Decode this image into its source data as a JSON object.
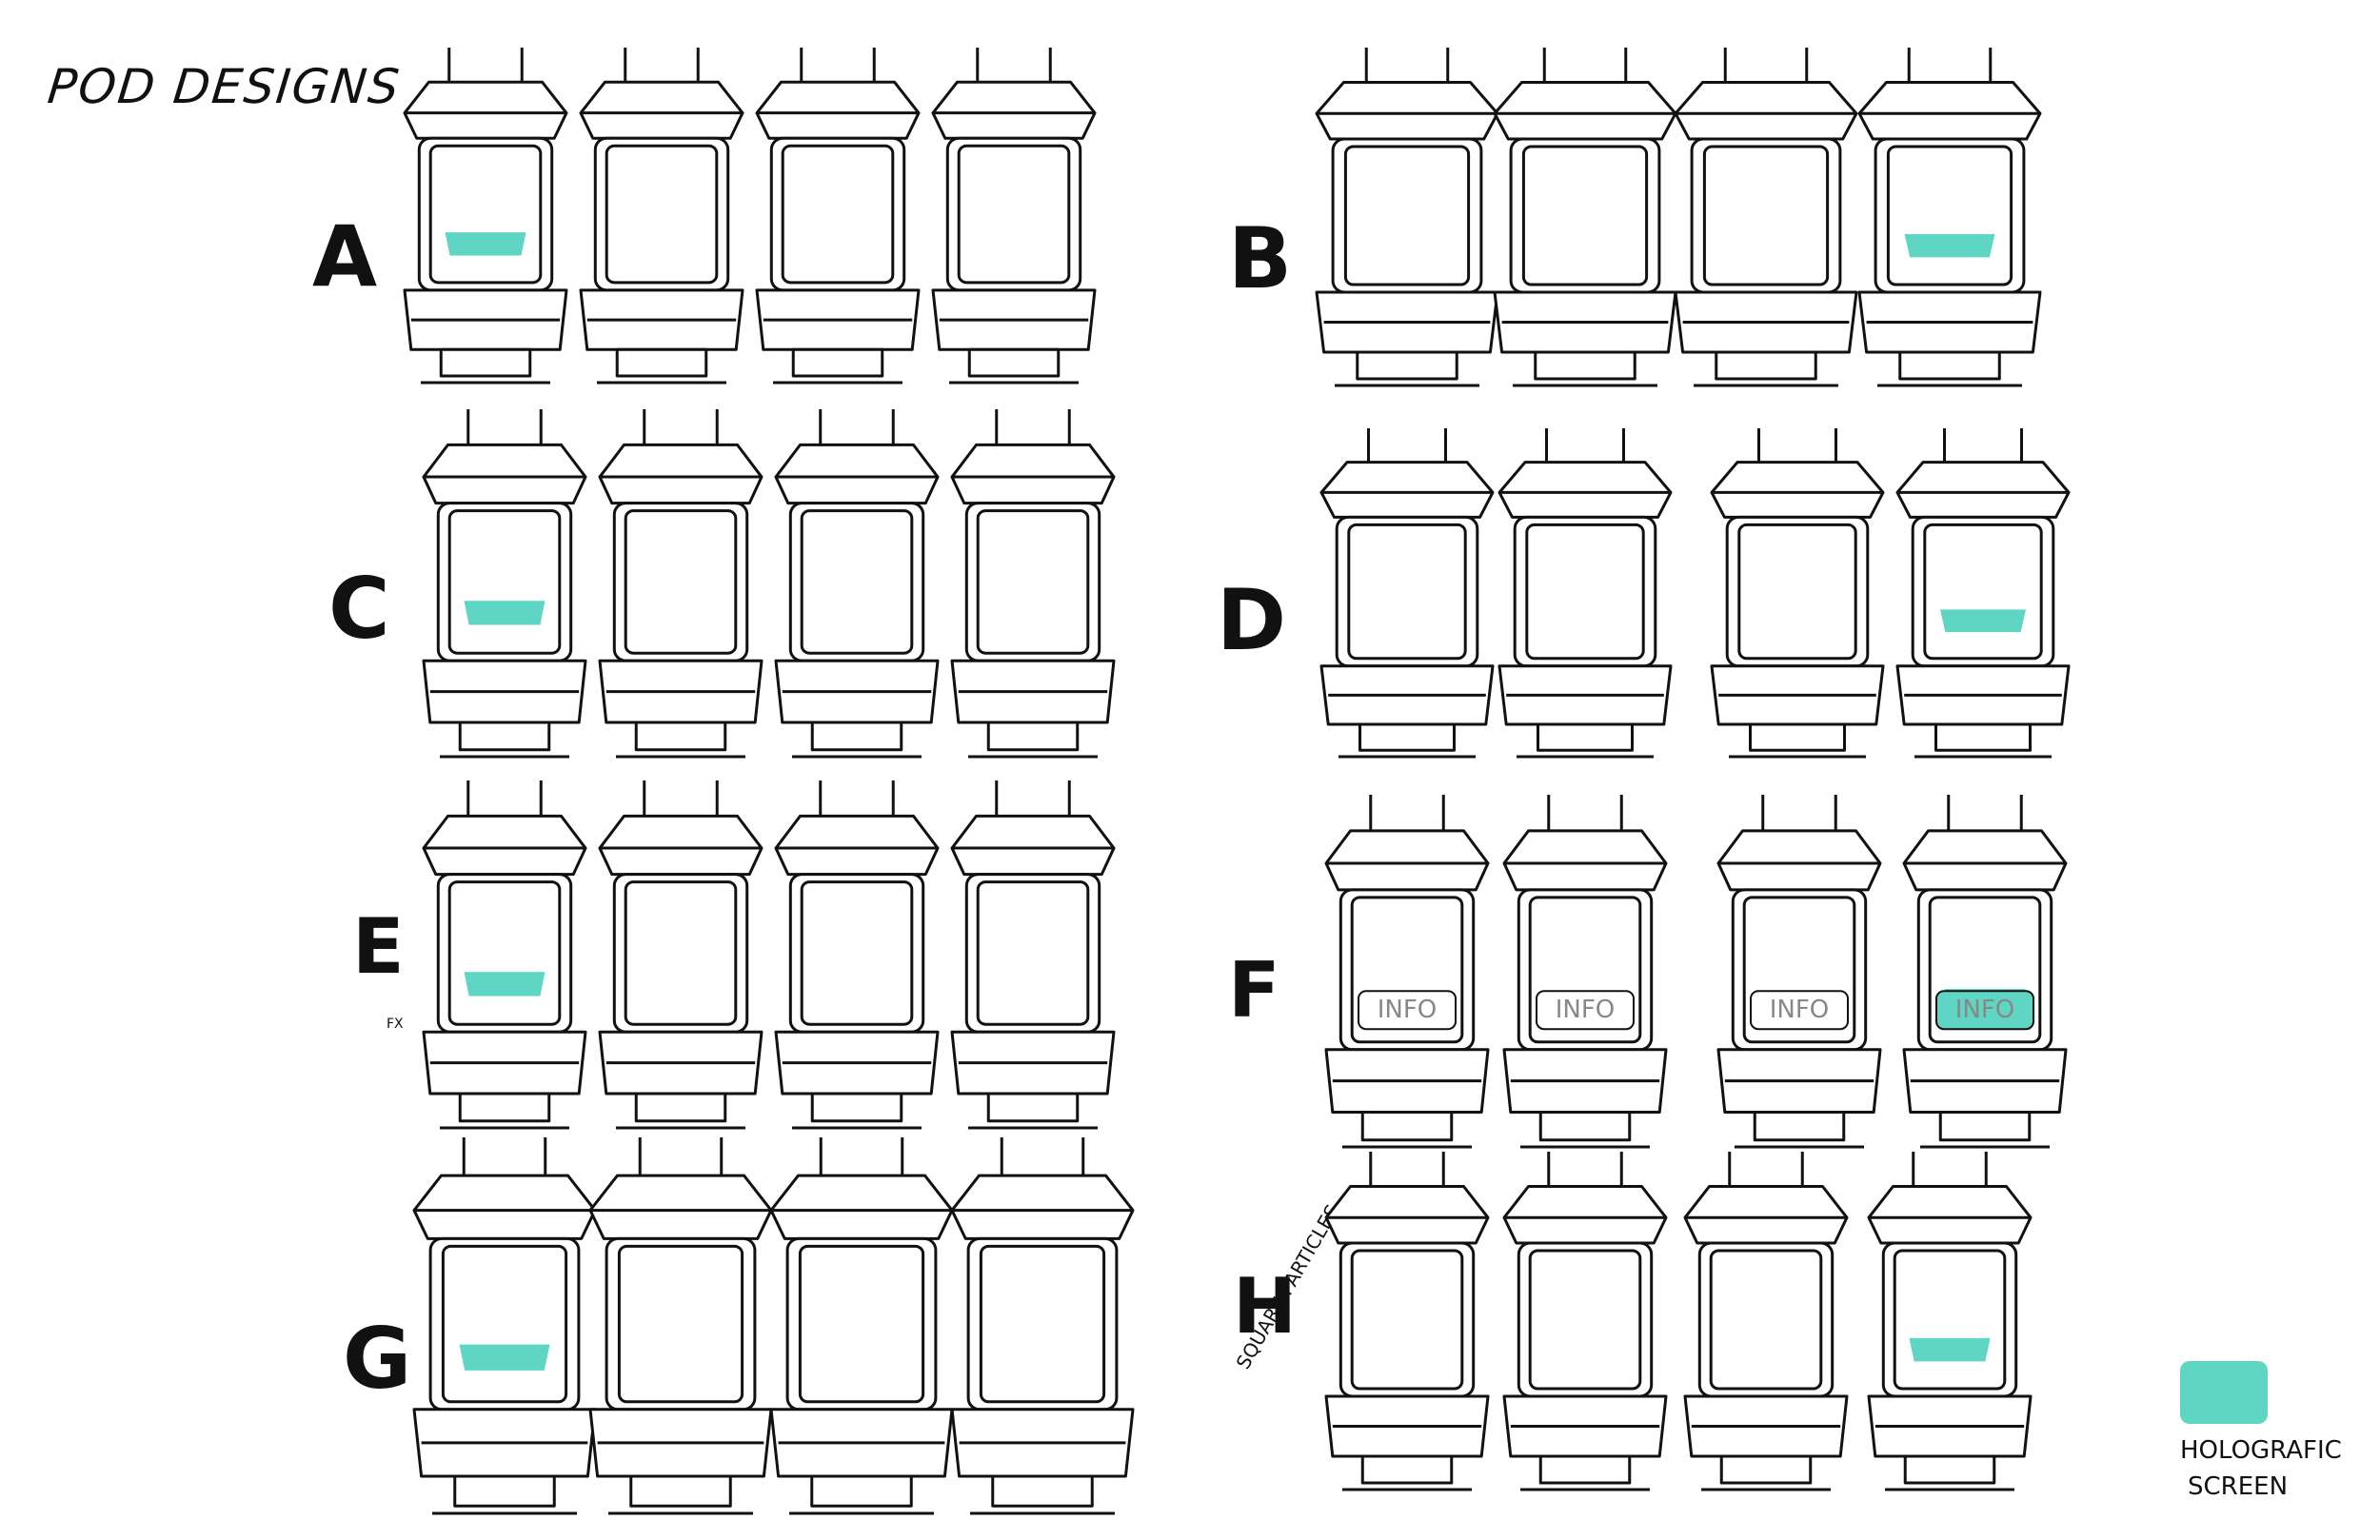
{
  "title": "POD DESIGNS",
  "accent_color": "#5fd5c4",
  "ink_color": "#111111",
  "rows": [
    {
      "letter": "A",
      "highlight_index": 0
    },
    {
      "letter": "B",
      "highlight_index": 3
    },
    {
      "letter": "C",
      "highlight_index": 0
    },
    {
      "letter": "D",
      "highlight_index": 3
    },
    {
      "letter": "E",
      "highlight_index": 0,
      "note": "FX"
    },
    {
      "letter": "F",
      "highlight_index": 3,
      "screen_text": "INFO"
    },
    {
      "letter": "G",
      "highlight_index": 0
    },
    {
      "letter": "H",
      "highlight_index": 3,
      "note": "SQUARE PARTICLES"
    }
  ],
  "legend": {
    "line1": "HOLOGRAFIC",
    "line2": "SCREEN"
  }
}
